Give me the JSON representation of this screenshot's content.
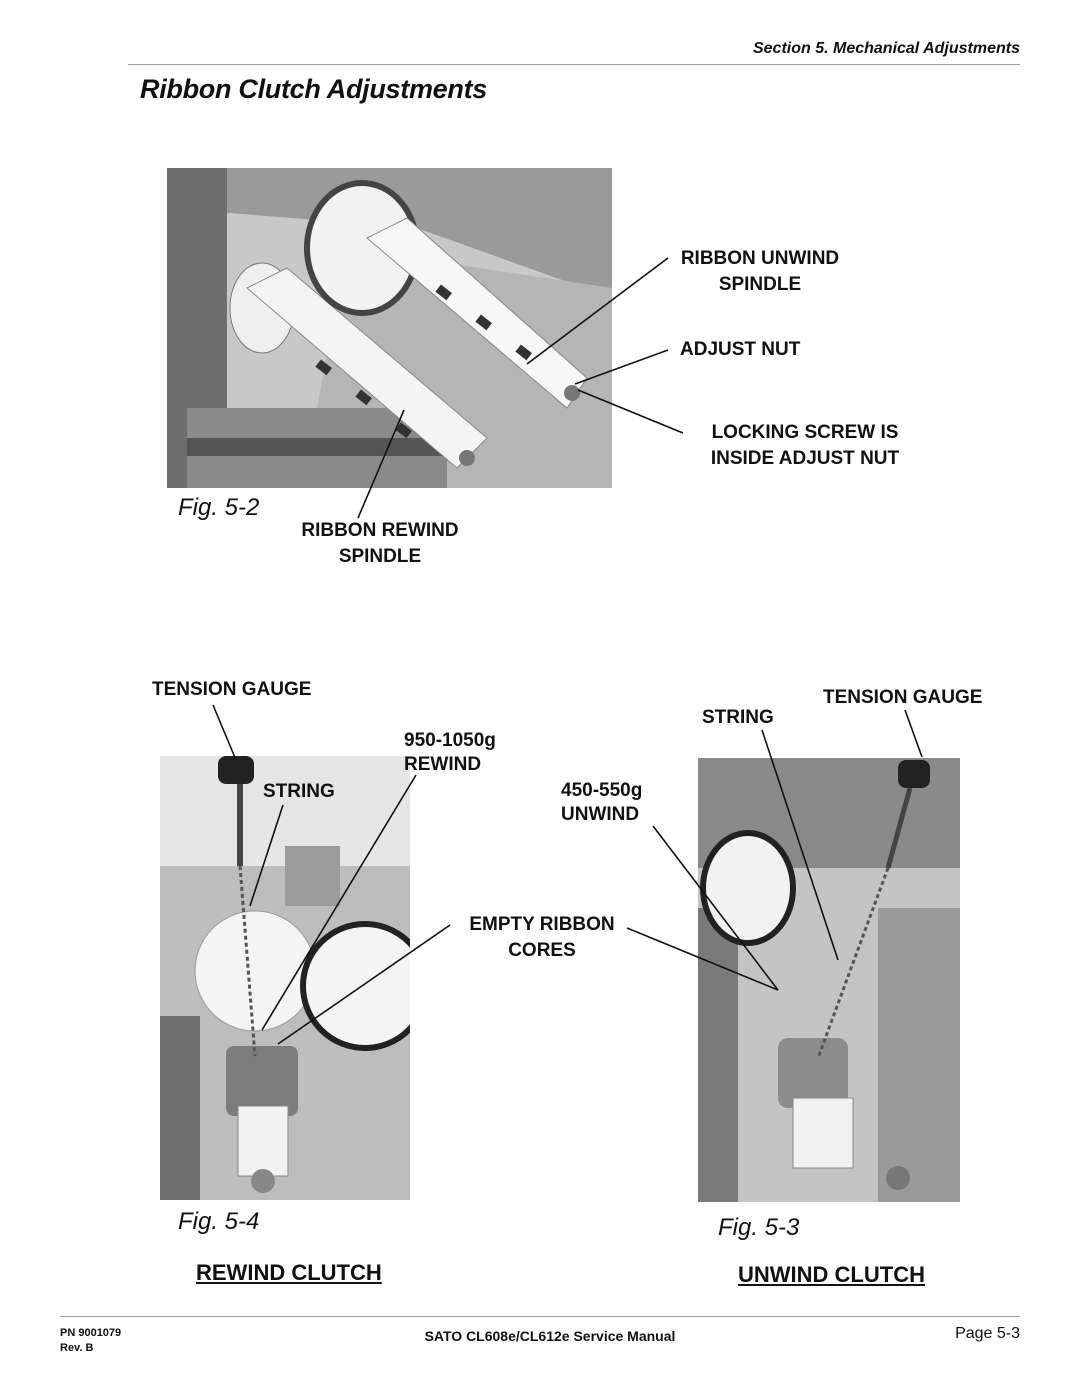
{
  "header": {
    "section": "Section 5.  Mechanical Adjustments"
  },
  "title": "Ribbon Clutch Adjustments",
  "figure_5_2": {
    "fig_label": "Fig. 5-2",
    "callouts": {
      "unwind_spindle_1": "RIBBON UNWIND",
      "unwind_spindle_2": "SPINDLE",
      "adjust_nut": "ADJUST NUT",
      "locking_screw_1": "LOCKING SCREW  IS",
      "locking_screw_2": "INSIDE ADJUST NUT",
      "rewind_spindle_1": "RIBBON REWIND",
      "rewind_spindle_2": "SPINDLE"
    }
  },
  "figure_5_4": {
    "fig_label": "Fig. 5-4",
    "caption": "REWIND CLUTCH",
    "callouts": {
      "tension_gauge": "TENSION GAUGE",
      "string": "STRING",
      "range": "950-1050g",
      "range_label": "REWIND"
    }
  },
  "figure_5_3": {
    "fig_label": "Fig. 5-3",
    "caption": "UNWIND CLUTCH",
    "callouts": {
      "tension_gauge": "TENSION GAUGE",
      "string": "STRING",
      "range": "450-550g",
      "range_label": "UNWIND",
      "empty_cores_1": "EMPTY RIBBON",
      "empty_cores_2": "CORES"
    }
  },
  "footer": {
    "pn": "PN 9001079",
    "rev": "Rev. B",
    "manual": "SATO CL608e/CL612e Service Manual",
    "page": "Page 5-3"
  }
}
